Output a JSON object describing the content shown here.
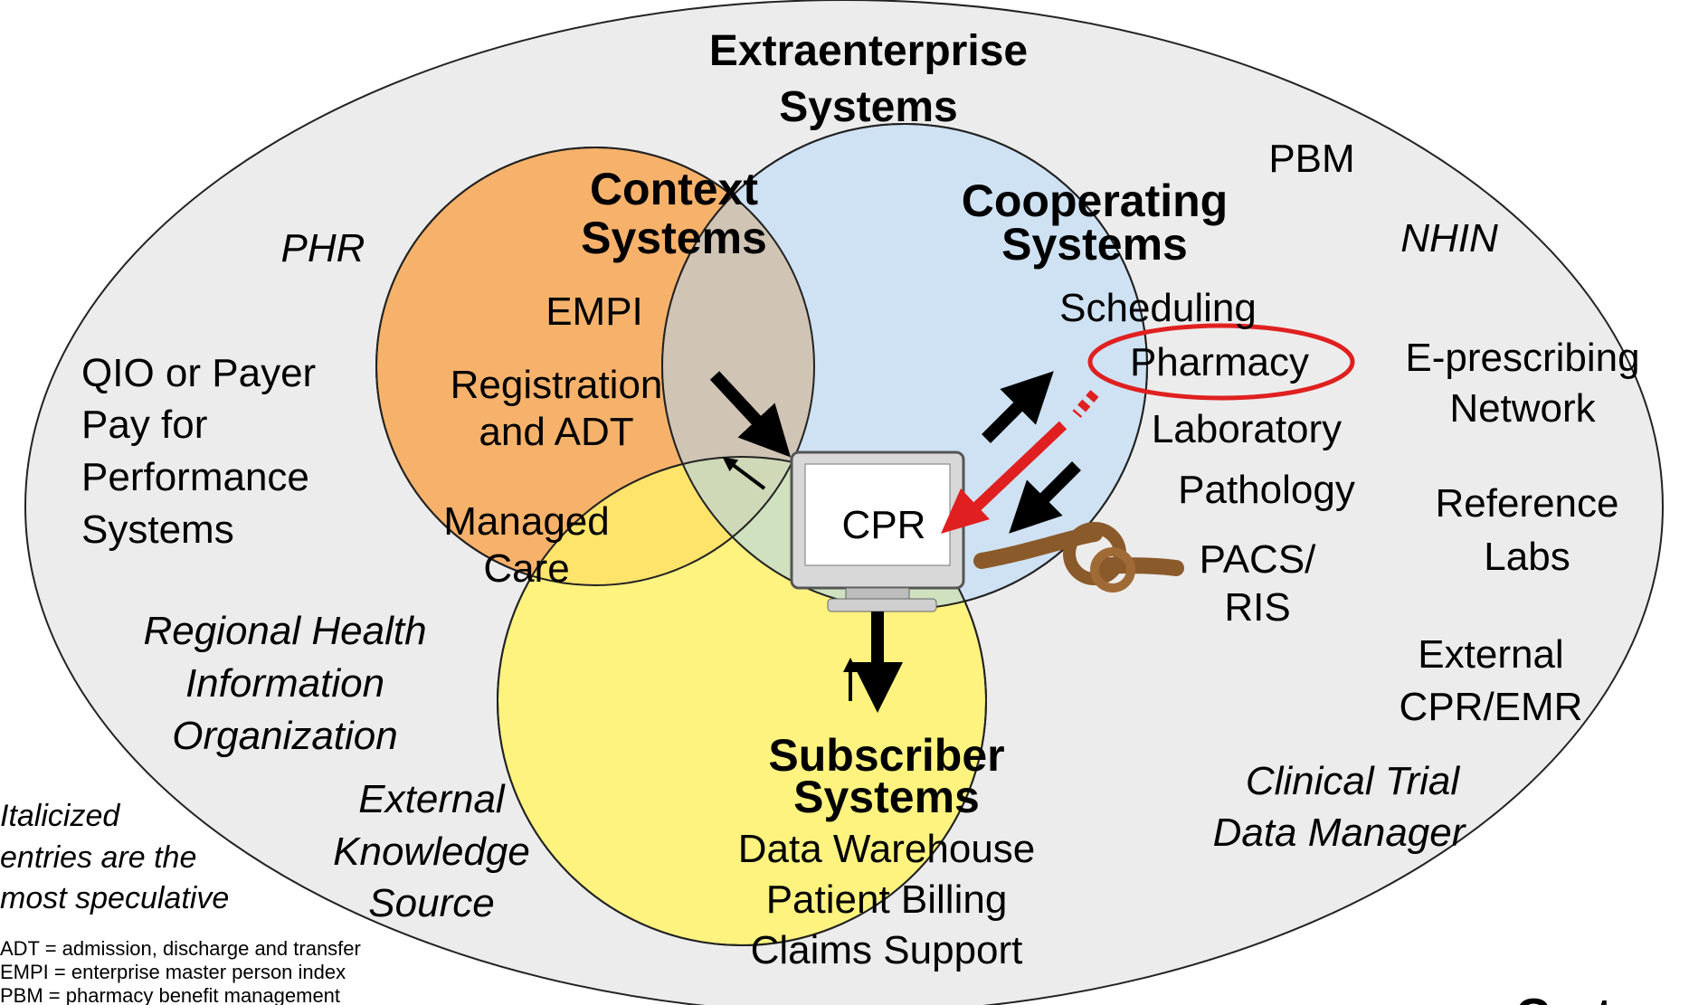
{
  "title": [
    "Extraenterprise",
    "Systems"
  ],
  "context": {
    "title": [
      "Context",
      "Systems"
    ],
    "items": [
      "EMPI",
      "Registration",
      "and ADT",
      "Managed",
      "Care"
    ]
  },
  "cooperating": {
    "title": [
      "Cooperating",
      "Systems"
    ],
    "items": [
      "Scheduling",
      "Pharmacy",
      "Laboratory",
      "Pathology",
      "PACS/",
      "RIS"
    ]
  },
  "subscriber": {
    "title": [
      "Subscriber",
      "Systems"
    ],
    "items": [
      "Data Warehouse",
      "Patient Billing",
      "Claims Support"
    ]
  },
  "center": {
    "label": "CPR"
  },
  "outer_left": [
    "PHR",
    "QIO or Payer",
    "Pay for",
    "Performance",
    "Systems",
    "Regional Health",
    "Information",
    "Organization",
    "External",
    "Knowledge",
    "Source"
  ],
  "outer_right": [
    "PBM",
    "NHIN",
    "E-prescribing",
    "Network",
    "Reference",
    "Labs",
    "External",
    "CPR/EMR",
    "Clinical Trial",
    "Data Manager"
  ],
  "note": [
    "Italicized",
    "entries are the",
    "most speculative"
  ],
  "abbreviations": [
    "ADT = admission, discharge and transfer",
    "EMPI = enterprise master person index",
    "PBM = pharmacy benefit management"
  ],
  "logo": "Gartner",
  "colors": {
    "context": "#f6b26b",
    "cooperating": "#cfe2f3",
    "subscriber": "#fff380",
    "overlap": "#d9d2c6",
    "highlight": "#e02020"
  }
}
